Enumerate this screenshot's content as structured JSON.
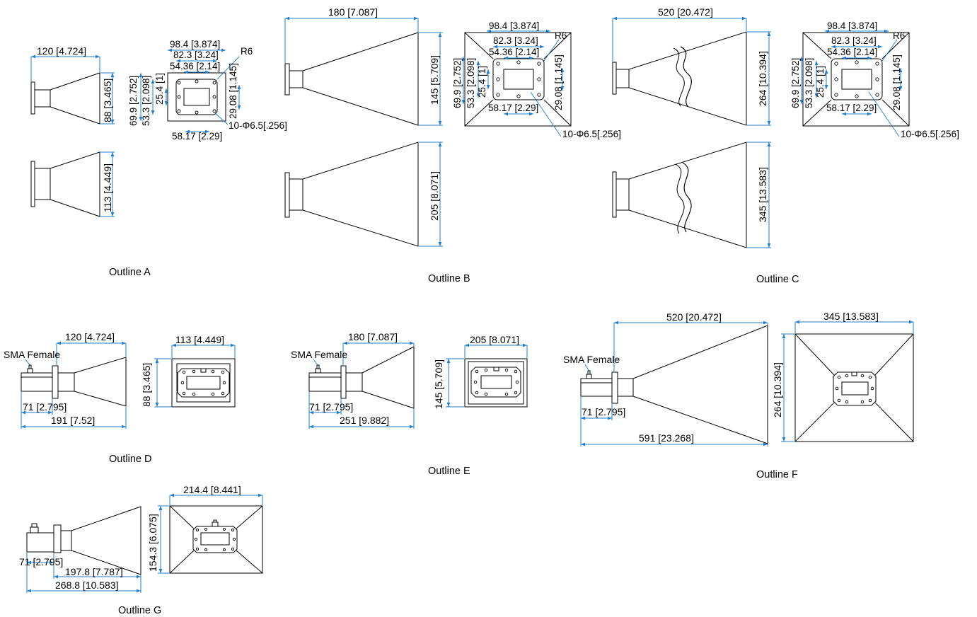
{
  "outline_a": {
    "caption": "Outline A",
    "length": "120 [4.724]",
    "height_top": "88 [3.465]",
    "height_bottom": "113 [4.449]",
    "flange": {
      "w_outer": "98.4 [3.874]",
      "w_mid": "82.3 [3.24]",
      "w_inner": "54.36 [2.14]",
      "radius": "R6",
      "h_outer": "69.9 [2.752]",
      "h_mid": "53.3 [2.098]",
      "h_inner": "25.4 [1]",
      "h_right": "29.08 [1.145]",
      "w_bottom": "58.17 [2.29]",
      "holes": "10-Φ6.5[.256]"
    }
  },
  "outline_b": {
    "caption": "Outline B",
    "length": "180 [7.087]",
    "height_top": "145 [5.709]",
    "height_bottom": "205 [8.071]",
    "flange": {
      "w_outer": "98.4 [3.874]",
      "w_mid": "82.3 [3.24]",
      "w_inner": "54.36 [2.14]",
      "radius": "R6",
      "h_outer": "69.9 [2.752]",
      "h_mid": "53.3 [2.098]",
      "h_inner": "25.4 [1]",
      "h_right": "29.08 [1.145]",
      "w_bottom": "58.17 [2.29]",
      "holes": "10-Φ6.5[.256]"
    }
  },
  "outline_c": {
    "caption": "Outline C",
    "length": "520 [20.472]",
    "height_top": "264 [10.394]",
    "height_bottom": "345 [13.583]",
    "flange": {
      "w_outer": "98.4 [3.874]",
      "w_mid": "82.3 [3.24]",
      "w_inner": "54.36 [2.14]",
      "radius": "R6",
      "h_outer": "69.9 [2.752]",
      "h_mid": "53.3 [2.098]",
      "h_inner": "25.4 [1]",
      "h_right": "29.08 [1.145]",
      "w_bottom": "58.17 [2.29]",
      "holes": "10-Φ6.5[.256]"
    }
  },
  "outline_d": {
    "caption": "Outline D",
    "connector": "SMA Female",
    "horn_length": "120 [4.724]",
    "adapter_length": "71 [2.795]",
    "total_length": "191 [7.52]",
    "aperture_width": "113 [4.449]",
    "aperture_height": "88 [3.465]"
  },
  "outline_e": {
    "caption": "Outline E",
    "connector": "SMA Female",
    "horn_length": "180 [7.087]",
    "adapter_length": "71 [2.795]",
    "total_length": "251 [9.882]",
    "aperture_width": "205 [8.071]",
    "aperture_height": "145 [5.709]"
  },
  "outline_f": {
    "caption": "Outline F",
    "connector": "SMA Female",
    "horn_length": "520 [20.472]",
    "adapter_length": "71 [2.795]",
    "total_length": "591 [23.268]",
    "aperture_width": "345 [13.583]",
    "aperture_height": "264 [10.394]"
  },
  "outline_g": {
    "caption": "Outline G",
    "adapter_length": "71 [2.795]",
    "horn_length": "197.8 [7.787]",
    "total_length": "268.8 [10.583]",
    "aperture_width": "214.4 [8.441]",
    "aperture_height": "154.3 [6.075]"
  },
  "colors": {
    "dimension_line": "#1e7fd0",
    "outline": "#000000"
  }
}
